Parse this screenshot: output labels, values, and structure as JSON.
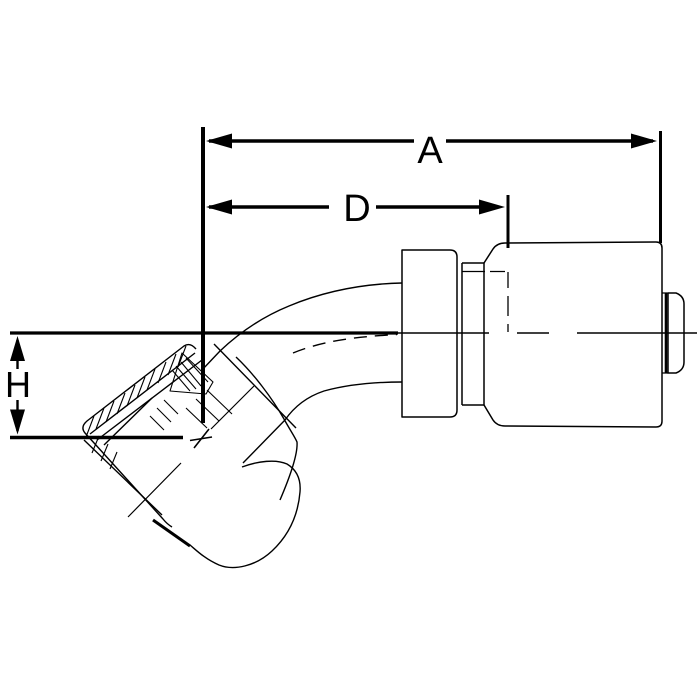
{
  "page": {
    "background_color": "#ffffff",
    "line_color": "#000000"
  },
  "figure": {
    "kind": "engineering-line-drawing",
    "dimension_labels": {
      "a": "A",
      "d": "D",
      "h": "H"
    }
  }
}
